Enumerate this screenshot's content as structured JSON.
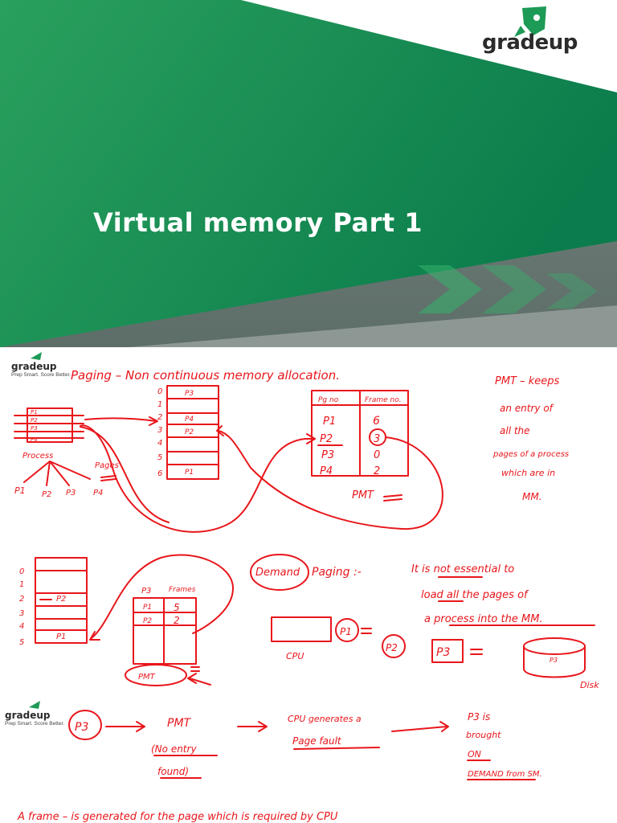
{
  "title_slide": {
    "brand": "gradeup",
    "title": "Virtual memory Part 1"
  },
  "notes_slide_1": {
    "brand": "gradeup",
    "tagline": "Prep Smart. Score Better.",
    "heading": "Paging – Non continuous memory allocation.",
    "process_label": "Process",
    "process_pages": [
      "P1",
      "P2",
      "P3",
      "P4"
    ],
    "pages_label": "Pages",
    "pages_list": [
      "P1",
      "P2",
      "P3",
      "P4"
    ],
    "memory_index": [
      "0",
      "1",
      "2",
      "3",
      "4",
      "5",
      "6"
    ],
    "memory_cells": [
      "P3",
      "P4",
      "P2",
      "P1"
    ],
    "pmt_headers": [
      "Pg no",
      "Frame no."
    ],
    "pmt_rows": [
      {
        "page": "P1",
        "frame": "6"
      },
      {
        "page": "P2",
        "frame": "3"
      },
      {
        "page": "P3",
        "frame": "0"
      },
      {
        "page": "P4",
        "frame": "2"
      }
    ],
    "pmt_label": "PMT",
    "pmt_note": [
      "PMT – keeps",
      "an entry of",
      "all the",
      "pages of a process",
      "which are in",
      "MM."
    ],
    "demand_word": "Demand",
    "paging_word": "Paging :-",
    "demand_text": [
      "It is not essential to",
      "load all the pages of",
      "a process into the MM."
    ],
    "memory2_index": [
      "0",
      "1",
      "2",
      "3",
      "4",
      "5"
    ],
    "memory2_cells": [
      "P2",
      "P1"
    ],
    "pmt2_header": [
      "P3",
      "Frames"
    ],
    "pmt2_rows": [
      {
        "page": "P1",
        "frame": "5"
      },
      {
        "page": "P2",
        "frame": "2"
      }
    ],
    "pmt2_label": "PMT",
    "cpu_label": "CPU",
    "p1_circle": "P1",
    "p2_circle": "P2",
    "p3_box": "P3",
    "p3_disk": "P3",
    "disk_label": "Disk"
  },
  "notes_slide_2": {
    "brand": "gradeup",
    "tagline": "Prep Smart. Score Better.",
    "p3_circle": "P3",
    "pmt": "PMT",
    "no_entry": [
      "(No entry",
      "found)"
    ],
    "cpu_generates": [
      "CPU generates a",
      "Page fault"
    ],
    "p3_brought": [
      "P3 is",
      "brought",
      "ON",
      "DEMAND from SM."
    ],
    "bottom_line": "A frame – is generated for the page which is required by CPU"
  },
  "colors": {
    "ink": "#e8161b",
    "green_dark": "#0b7d4c",
    "green_light": "#2aa05d",
    "brand_text": "#2b2b2b"
  }
}
